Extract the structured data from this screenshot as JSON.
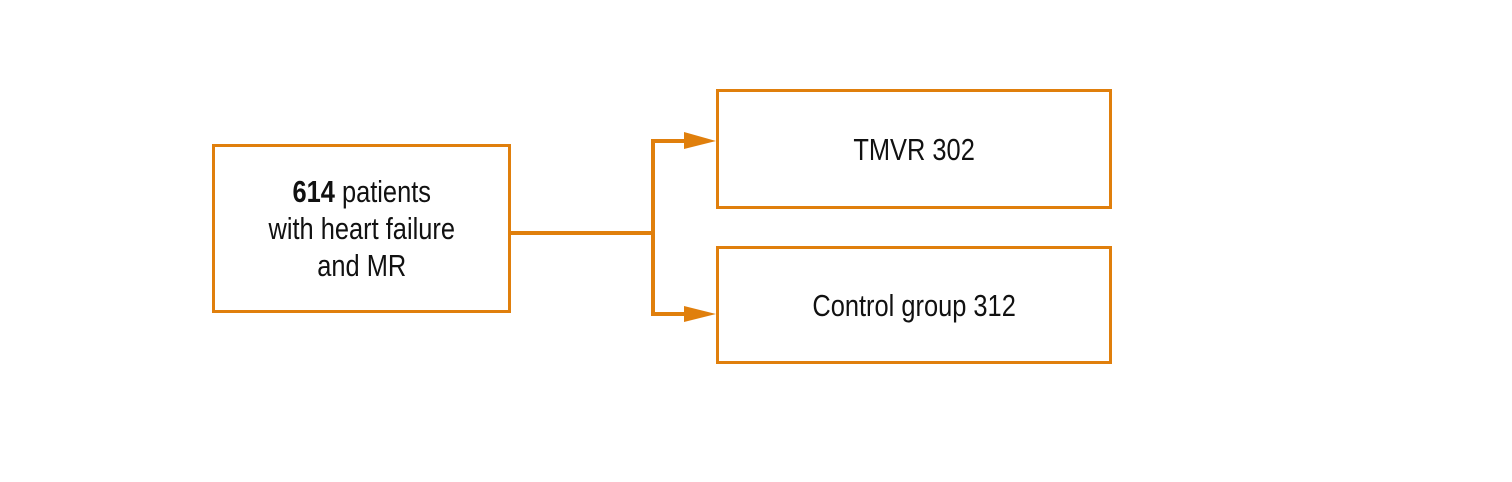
{
  "diagram": {
    "accent_color": "#E07F0C",
    "source": {
      "count": "614",
      "line1_rest": " patients",
      "line2": "with heart failure",
      "line3": "and MR"
    },
    "targets": [
      {
        "label": "TMVR 302"
      },
      {
        "label": "Control group 312"
      }
    ],
    "edges": [
      {
        "from": "source",
        "to": "TMVR 302",
        "arrow": "arrow-right"
      },
      {
        "from": "source",
        "to": "Control group 312",
        "arrow": "arrow-right"
      }
    ]
  }
}
